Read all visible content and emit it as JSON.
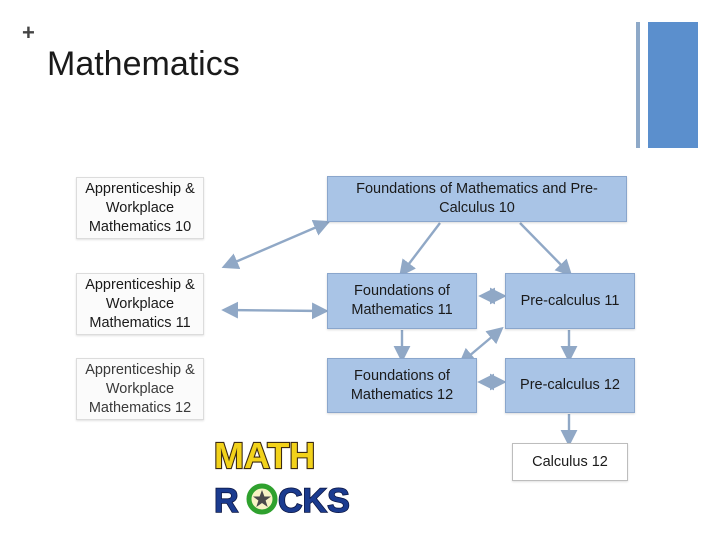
{
  "slide": {
    "plus": "+",
    "title": "Mathematics"
  },
  "boxes": {
    "apw10": "Apprenticeship & Workplace Mathematics 10",
    "apw11": "Apprenticeship & Workplace Mathematics 11",
    "apw12": "Apprenticeship & Workplace Mathematics 12",
    "fpc10": "Foundations of Mathematics and Pre-Calculus 10",
    "fom11": "Foundations of Mathematics 11",
    "pc11": "Pre-calculus 11",
    "fom12": "Foundations of Mathematics 12",
    "pc12": "Pre-calculus 12",
    "calc12": "Calculus 12"
  },
  "logo": {
    "line1": "MATH",
    "line2_left": "R",
    "line2_right": "CKS"
  },
  "colors": {
    "accent_blue": "#5b8fcd",
    "box_blue": "#a9c4e6",
    "arrow": "#90a8c6"
  }
}
